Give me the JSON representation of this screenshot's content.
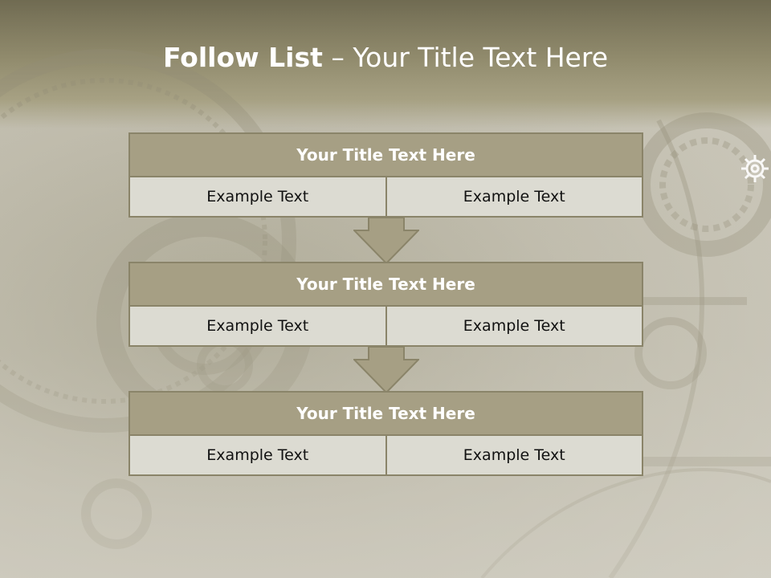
{
  "slide": {
    "title_bold": "Follow List",
    "title_rest": "– Your Title Text Here",
    "blocks": [
      {
        "title": "Your Title Text Here",
        "left": "Example Text",
        "right": "Example Text"
      },
      {
        "title": "Your Title Text Here",
        "left": "Example Text",
        "right": "Example Text"
      },
      {
        "title": "Your Title Text Here",
        "left": "Example Text",
        "right": "Example Text"
      }
    ]
  },
  "colors": {
    "header_band": "#8e8869",
    "block_title_fill": "#a69f84",
    "cell_fill": "#dcdbd2",
    "border": "#8a8469",
    "arrow": "#a69f84"
  },
  "background_image": "gears-mechanism"
}
